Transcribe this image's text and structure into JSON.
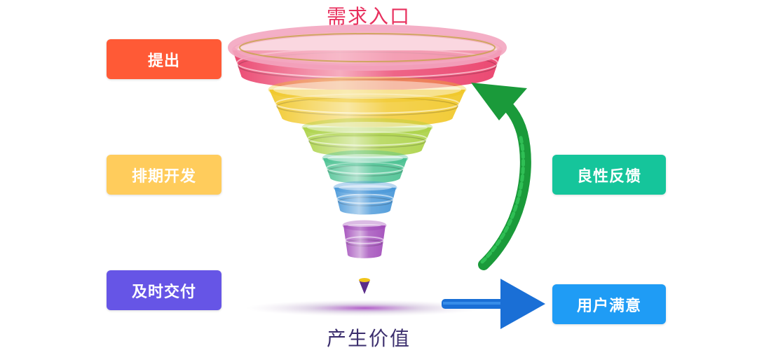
{
  "top_caption": "需求入口",
  "bottom_caption": "产生价值",
  "left_steps": [
    {
      "label": "提出",
      "color": "#ff5a36"
    },
    {
      "label": "排期开发",
      "color": "#ffcc5c"
    },
    {
      "label": "及时交付",
      "color": "#6655e6"
    }
  ],
  "right_steps": [
    {
      "label": "良性反馈",
      "color": "#15c59b"
    },
    {
      "label": "用户满意",
      "color": "#1f9cf5"
    }
  ],
  "funnel_colors": [
    "#e8305e",
    "#f0c419",
    "#a6cf3a",
    "#3dbd8a",
    "#3a8fd6",
    "#9b3fb5",
    "#5b2c8a"
  ],
  "arrow_color": "#1a9a3a",
  "arrow_right_color": "#1a6fd6",
  "icons": [
    "funnel-icon",
    "curved-arrow-up-icon",
    "arrow-right-icon"
  ]
}
